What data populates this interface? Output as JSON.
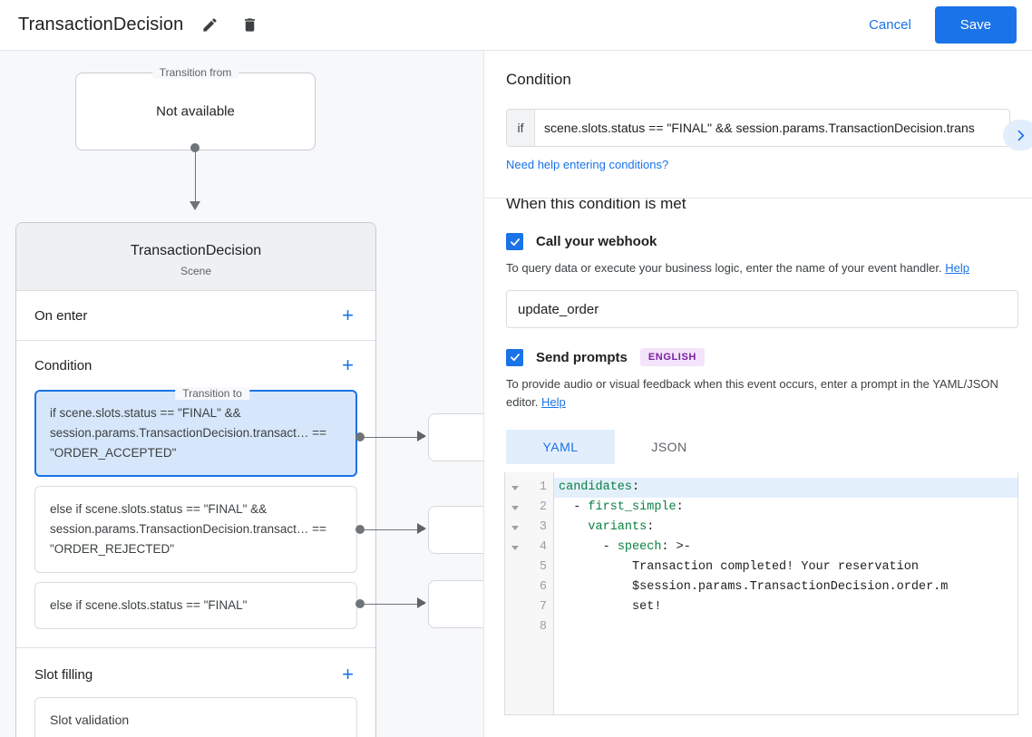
{
  "topbar": {
    "title": "TransactionDecision",
    "edit_icon": "pencil-icon",
    "delete_icon": "trash-icon",
    "cancel_label": "Cancel",
    "save_label": "Save",
    "accent_color": "#1a73e8"
  },
  "canvas": {
    "transition_from": {
      "legend": "Transition from",
      "value": "Not available"
    },
    "transition_to": {
      "legend": "Transition to",
      "scene_name": "TransactionDecision",
      "scene_type": "Scene"
    },
    "sections": {
      "on_enter": {
        "label": "On enter",
        "add_label": "+"
      },
      "condition": {
        "label": "Condition",
        "add_label": "+"
      },
      "slot_filling": {
        "label": "Slot filling",
        "add_label": "+",
        "item": "Slot validation"
      }
    },
    "conditions": [
      {
        "text": "if scene.slots.status == \"FINAL\" && session.params.TransactionDecision.transact… == \"ORDER_ACCEPTED\"",
        "selected": true
      },
      {
        "text": "else if scene.slots.status == \"FINAL\" && session.params.TransactionDecision.transact… == \"ORDER_REJECTED\"",
        "selected": false
      },
      {
        "text": "else if scene.slots.status == \"FINAL\"",
        "selected": false
      }
    ]
  },
  "panel": {
    "condition_title": "Condition",
    "expand_icon": "chevron-right-icon",
    "if_label": "if",
    "if_value": "scene.slots.status == \"FINAL\" && session.params.TransactionDecision.trans",
    "help_link": "Need help entering conditions?",
    "met_title": "When this condition is met",
    "webhook": {
      "label": "Call your webhook",
      "checked": true,
      "description": "To query data or execute your business logic, enter the name of your event handler.",
      "help_label": "Help",
      "value": "update_order"
    },
    "prompts": {
      "label": "Send prompts",
      "checked": true,
      "badge": "ENGLISH",
      "description": "To provide audio or visual feedback when this event occurs, enter a prompt in the YAML/JSON editor.",
      "help_label": "Help",
      "tabs": [
        {
          "label": "YAML",
          "active": true
        },
        {
          "label": "JSON",
          "active": false
        }
      ]
    },
    "editor": {
      "line_numbers": [
        "1",
        "2",
        "3",
        "4",
        "5",
        "6",
        "7",
        "8"
      ],
      "lines": [
        {
          "num": "1",
          "key": "candidates",
          "punct": ":",
          "rest": "",
          "indent": 0,
          "fold": true,
          "highlight": true
        },
        {
          "num": "2",
          "key": "first_simple",
          "punct": ":",
          "rest": "",
          "indent": 2,
          "dash": true,
          "fold": true,
          "highlight": false
        },
        {
          "num": "3",
          "key": "variants",
          "punct": ":",
          "rest": "",
          "indent": 4,
          "fold": true,
          "highlight": false
        },
        {
          "num": "4",
          "key": "speech",
          "punct": ":",
          "rest": " >-",
          "indent": 6,
          "dash": true,
          "fold": true,
          "highlight": false
        },
        {
          "num": "5",
          "key": "",
          "punct": "",
          "rest": "Transaction completed! Your reservation",
          "indent": 10,
          "fold": false,
          "highlight": false
        },
        {
          "num": "6",
          "key": "",
          "punct": "",
          "rest": "$session.params.TransactionDecision.order.m",
          "indent": 10,
          "fold": false,
          "highlight": false
        },
        {
          "num": "7",
          "key": "",
          "punct": "",
          "rest": "set!",
          "indent": 10,
          "fold": false,
          "highlight": false
        },
        {
          "num": "8",
          "key": "",
          "punct": "",
          "rest": "",
          "indent": 0,
          "fold": false,
          "highlight": false
        }
      ]
    }
  }
}
